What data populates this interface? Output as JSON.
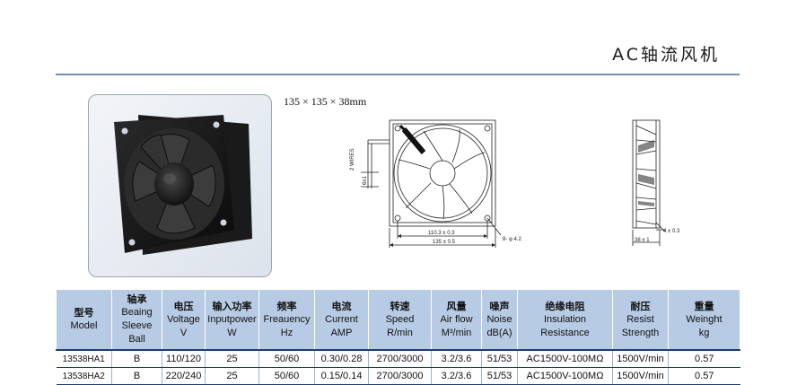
{
  "page": {
    "title": "AC轴流风机",
    "dimensions_label": "135 × 135 × 38mm"
  },
  "drawing": {
    "wires_label": "2 WIRES",
    "wire_len": "6±1",
    "hole_spacing": "110.3 ± 0.3",
    "width": "135 ± 0.5",
    "holes": "8- φ 4.2",
    "depth": "38 ± 1",
    "flange": "4 ± 0.3"
  },
  "table": {
    "headers": [
      {
        "zh": "型号",
        "en": [
          "Model"
        ]
      },
      {
        "zh": "轴承",
        "en": [
          "Beaing",
          "Sleeve Ball"
        ]
      },
      {
        "zh": "电压",
        "en": [
          "Voltage",
          "V"
        ]
      },
      {
        "zh": "输入功率",
        "en": [
          "Inputpower",
          "W"
        ]
      },
      {
        "zh": "频率",
        "en": [
          "Freauency",
          "Hz"
        ]
      },
      {
        "zh": "电流",
        "en": [
          "Current",
          "AMP"
        ]
      },
      {
        "zh": "转速",
        "en": [
          "Speed",
          "R/min"
        ]
      },
      {
        "zh": "风量",
        "en": [
          "Air flow",
          "M³/min"
        ]
      },
      {
        "zh": "噪声",
        "en": [
          "Noise",
          "dB(A)"
        ]
      },
      {
        "zh": "绝缘电阻",
        "en": [
          "Insulation",
          "Resistance"
        ]
      },
      {
        "zh": "耐压",
        "en": [
          "Resist",
          "Strength"
        ]
      },
      {
        "zh": "重量",
        "en": [
          "Weinght",
          "kg"
        ]
      }
    ],
    "rows": [
      [
        "13538HA1",
        "B",
        "110/120",
        "25",
        "50/60",
        "0.30/0.28",
        "2700/3000",
        "3.2/3.6",
        "51/53",
        "AC1500V-100MΩ",
        "1500V/min",
        "0.57"
      ],
      [
        "13538HA2",
        "B",
        "220/240",
        "25",
        "50/60",
        "0.15/0.14",
        "2700/3000",
        "3.2/3.6",
        "51/53",
        "AC1500V-100MΩ",
        "1500V/min",
        "0.57"
      ]
    ]
  }
}
